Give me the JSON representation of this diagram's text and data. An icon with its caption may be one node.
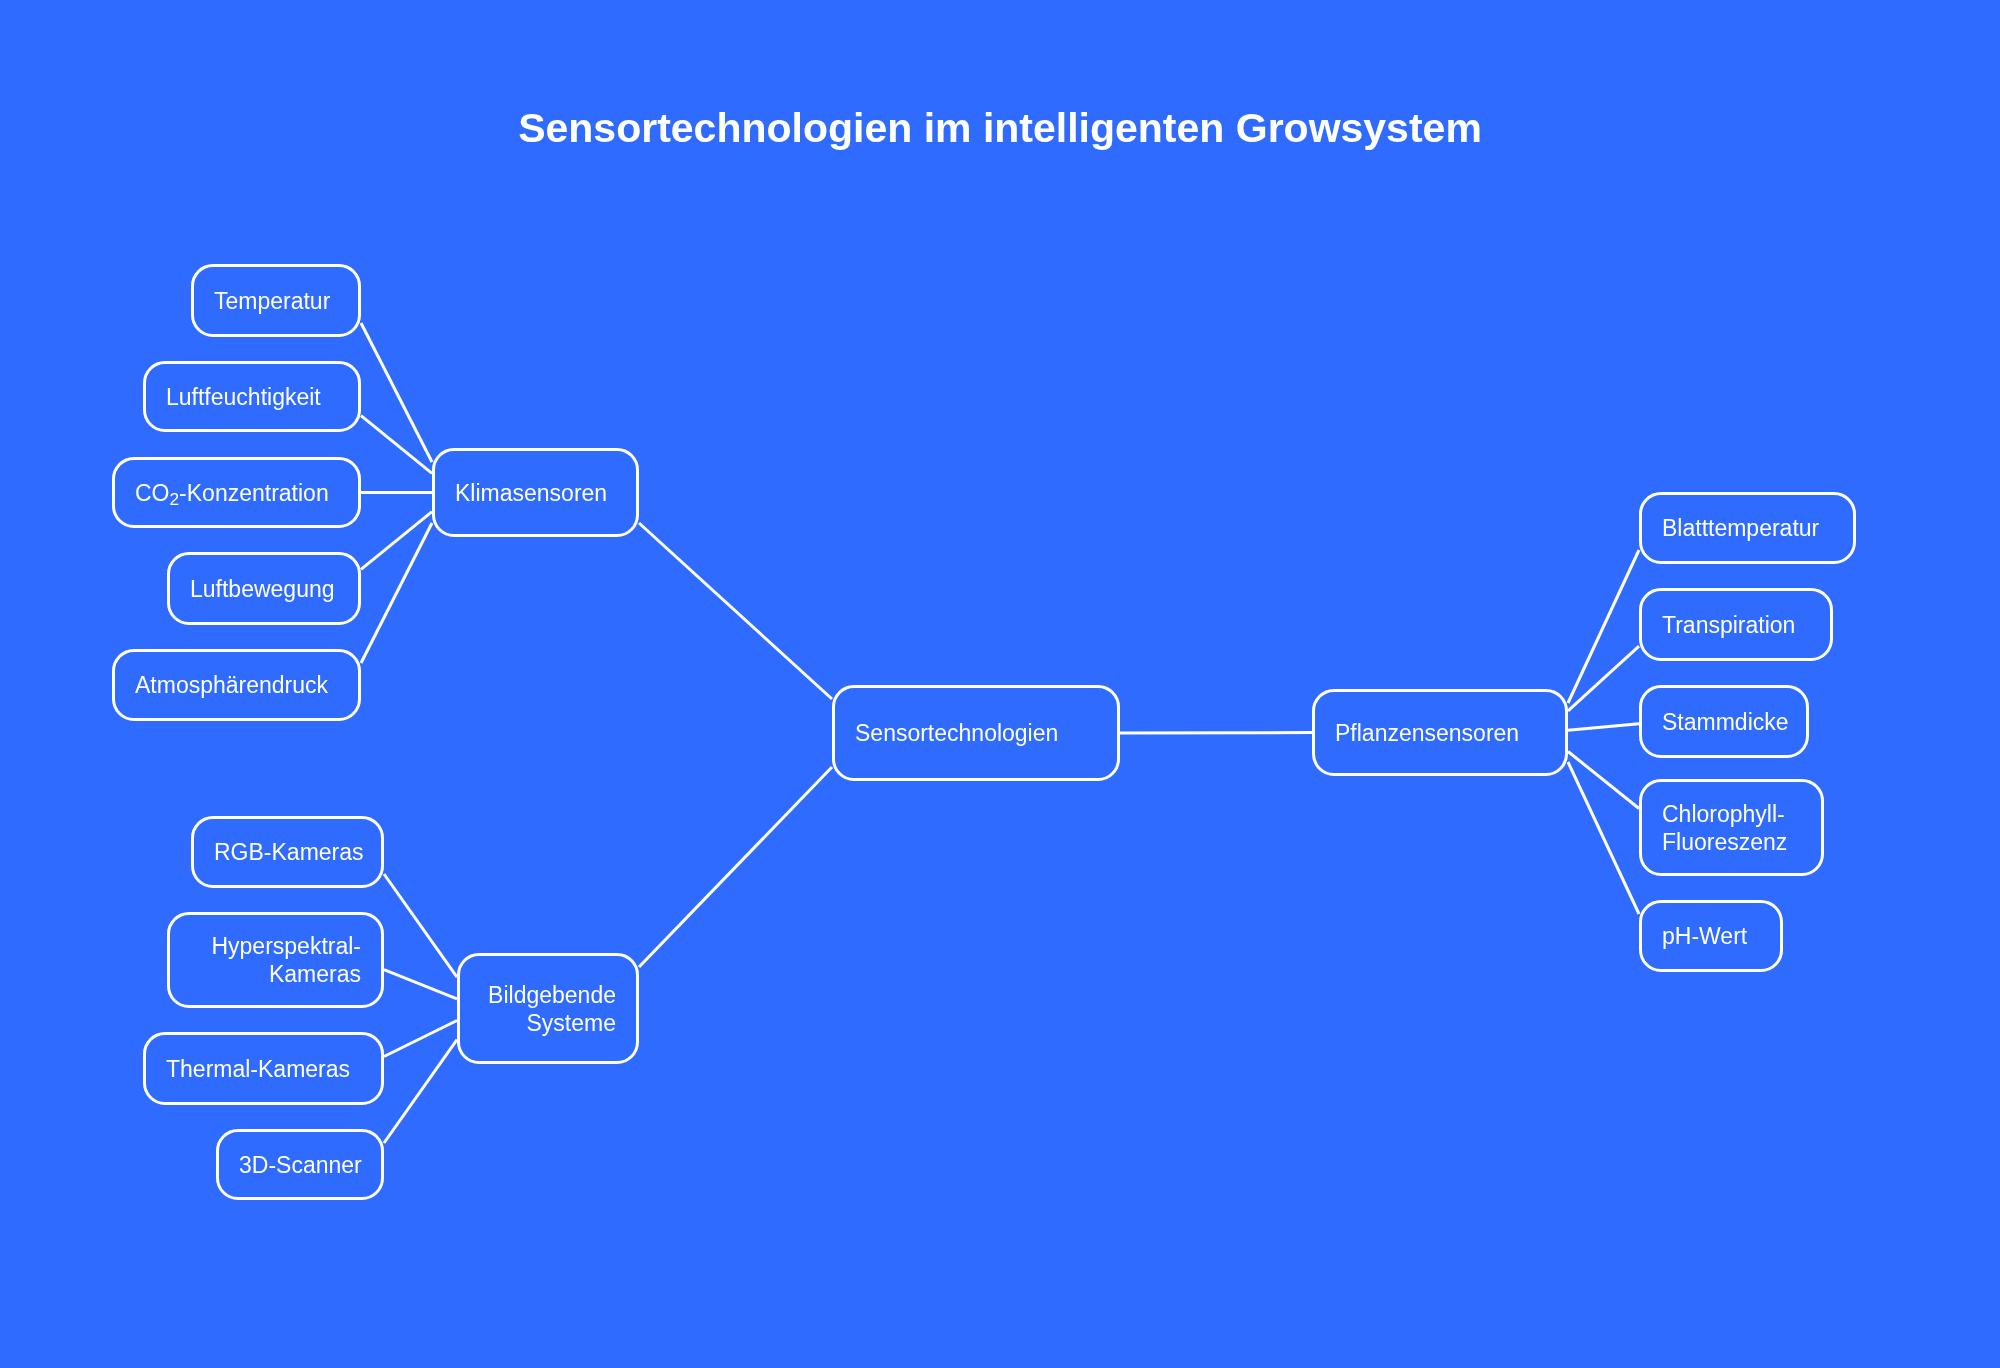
{
  "diagram": {
    "title": "Sensortechnologien im intelligenten Growsystem",
    "nodes": [
      {
        "text": [
          "Sensortechnologien"
        ]
      },
      {
        "text": [
          "Klimasensoren"
        ]
      },
      {
        "text": [
          "Temperatur"
        ]
      },
      {
        "text": [
          "Luftfeuchtigkeit"
        ]
      },
      {
        "text": [
          "CO$_{2}$-Konzentration"
        ]
      },
      {
        "text": [
          "Luftbewegung"
        ]
      },
      {
        "text": [
          "Atmosphärendruck"
        ]
      },
      {
        "text": [
          "Bildgebende Systeme"
        ]
      },
      {
        "text": [
          "RGB-Kameras"
        ]
      },
      {
        "text": [
          "Hyperspektral-Kameras"
        ]
      },
      {
        "text": [
          "Thermal-Kameras"
        ]
      },
      {
        "text": [
          "3D-Scanner"
        ]
      },
      {
        "text": [
          "Pflanzensensoren"
        ]
      },
      {
        "text": [
          "Blatttemperatur"
        ]
      },
      {
        "text": [
          "Transpiration"
        ]
      },
      {
        "text": [
          "Stammdicke"
        ]
      },
      {
        "text": [
          "Chlorophyll-Fluoreszenz"
        ]
      },
      {
        "text": [
          "pH-Wert"
        ]
      }
    ],
    "edges": [
      {
        "from": 0,
        "to": 1,
        "arrow": "none"
      },
      {
        "from": 0,
        "to": 7,
        "arrow": "none"
      },
      {
        "from": 0,
        "to": 12,
        "arrow": "none"
      },
      {
        "from": 1,
        "to": 2,
        "arrow": "none"
      },
      {
        "from": 1,
        "to": 3,
        "arrow": "none"
      },
      {
        "from": 1,
        "to": 4,
        "arrow": "none"
      },
      {
        "from": 1,
        "to": 5,
        "arrow": "none"
      },
      {
        "from": 1,
        "to": 6,
        "arrow": "none"
      },
      {
        "from": 7,
        "to": 8,
        "arrow": "none"
      },
      {
        "from": 7,
        "to": 9,
        "arrow": "none"
      },
      {
        "from": 7,
        "to": 10,
        "arrow": "none"
      },
      {
        "from": 7,
        "to": 11,
        "arrow": "none"
      },
      {
        "from": 12,
        "to": 13,
        "arrow": "none"
      },
      {
        "from": 12,
        "to": 14,
        "arrow": "none"
      },
      {
        "from": 12,
        "to": 15,
        "arrow": "none"
      },
      {
        "from": 12,
        "to": 16,
        "arrow": "none"
      },
      {
        "from": 12,
        "to": 17,
        "arrow": "none"
      }
    ]
  }
}
